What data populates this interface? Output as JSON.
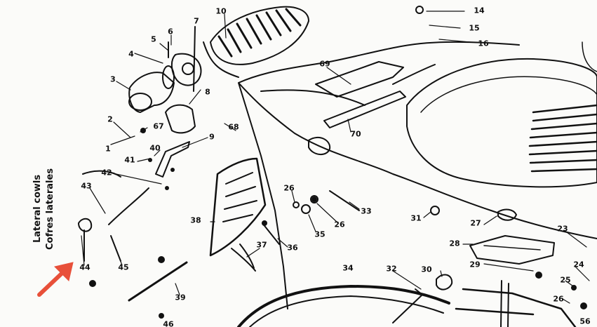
{
  "side_text": {
    "en": "Lateral cowls",
    "es": "Cofres laterales"
  },
  "callout_arrow_color": "#e8503a",
  "labels": [
    "1",
    "2",
    "3",
    "4",
    "5",
    "6",
    "7",
    "8",
    "9",
    "10",
    "14",
    "15",
    "16",
    "23",
    "24",
    "25",
    "26",
    "26",
    "26",
    "27",
    "28",
    "29",
    "30",
    "31",
    "32",
    "33",
    "34",
    "35",
    "36",
    "37",
    "38",
    "39",
    "40",
    "41",
    "42",
    "43",
    "44",
    "45",
    "46",
    "56",
    "67",
    "68",
    "69",
    "70"
  ]
}
